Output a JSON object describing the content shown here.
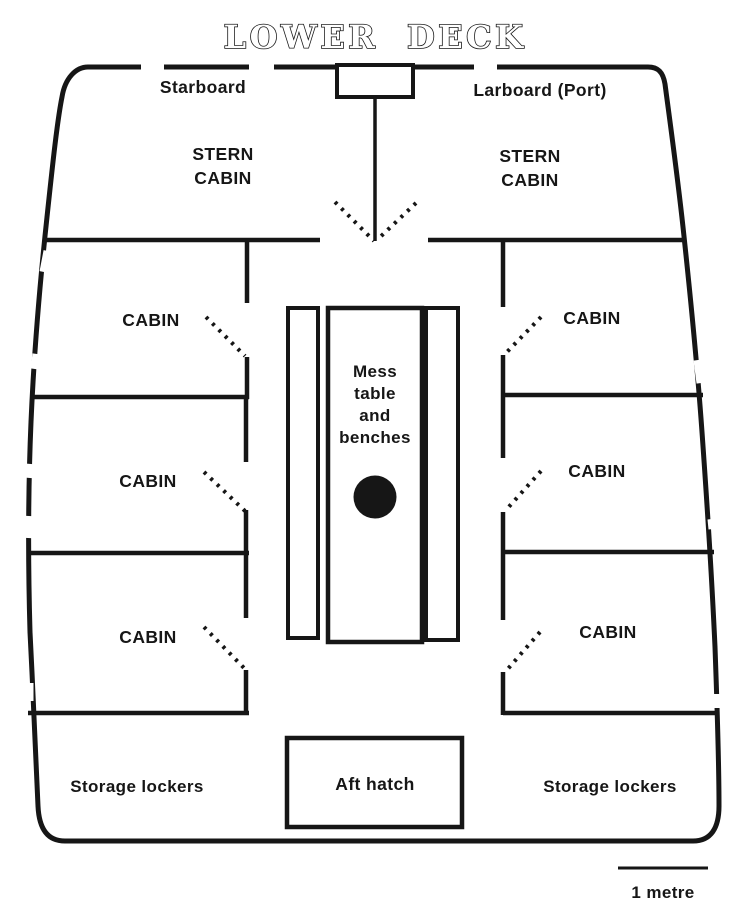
{
  "title": "LOWER DECK",
  "orientation_labels": {
    "starboard": "Starboard",
    "larboard": "Larboard (Port)"
  },
  "rooms": {
    "stern_cabin_lines": [
      "STERN",
      "CABIN"
    ],
    "cabin": "CABIN",
    "storage": "Storage lockers"
  },
  "fittings": {
    "mess_lines": [
      "Mess",
      "table",
      "and",
      "benches"
    ],
    "aft_hatch": "Aft hatch"
  },
  "scale_bar": {
    "label": "1 metre"
  },
  "colors": {
    "ink": "#161616",
    "paper": "#ffffff"
  }
}
